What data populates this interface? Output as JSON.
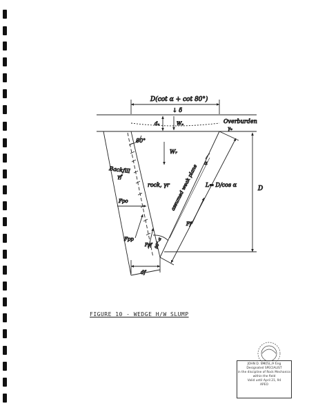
{
  "figure": {
    "caption": "FIGURE 10 - WEDGE H/W SLUMP",
    "labels": {
      "top_dimension": "D(cot α + cot 80°)",
      "delta": "↓ δ",
      "d_o": "dₒ",
      "w_o": "Wₒ",
      "overburden": "Overburden",
      "gamma_o": "γₒ",
      "angle_80": "80°",
      "w_r": "Wᵣ",
      "backfill": "Backfill",
      "gamma_f": "γf",
      "rock": "rock, γr",
      "plane": "assumed weak plane",
      "alpha": "α",
      "length": "L= D/cos α",
      "f_f": "Ff",
      "f_po": "Fpo",
      "f_pp": "Fpp",
      "f_pf": "Fpf",
      "angle_90a": "90°-α",
      "d_f": "df",
      "d_big": "D"
    }
  },
  "stamp": {
    "lines": [
      "JOHN D. SMITH, P. Eng",
      "Designated SPECIALIST",
      "in the discipline of Rock Mechanics",
      "within the field",
      "Valid until  April 21, 94",
      "APEO"
    ]
  }
}
